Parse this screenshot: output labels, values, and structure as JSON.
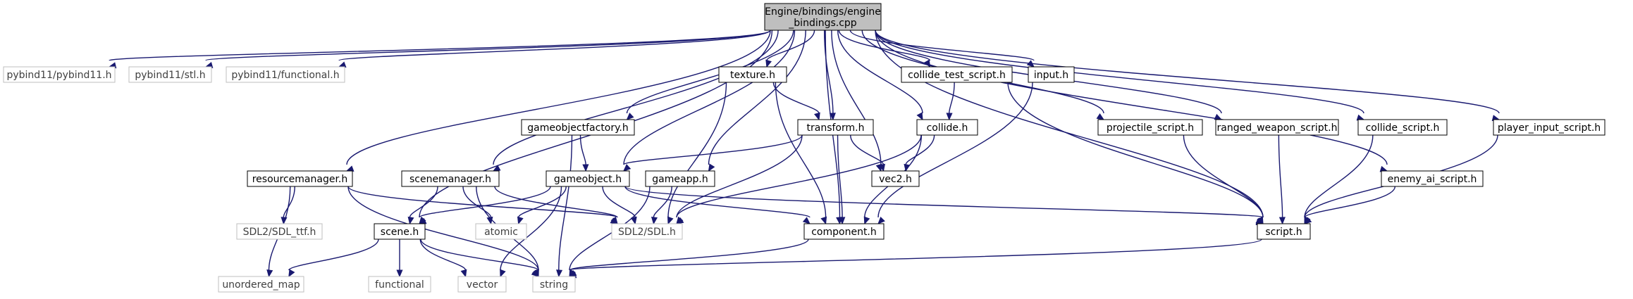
{
  "diagram": {
    "root_line1": "Engine/bindings/engine",
    "root_line2": "_bindings.cpp",
    "colors": {
      "edge": "#191970",
      "root_fill": "#bfbfbf",
      "internal_border": "#000000",
      "external_border": "#bfbfbf",
      "external_text": "#404040"
    },
    "nodes": {
      "pybind11": "pybind11/pybind11.h",
      "stl": "pybind11/stl.h",
      "functional_h": "pybind11/functional.h",
      "resourcemanager": "resourcemanager.h",
      "ttf": "SDL2/SDL_ttf.h",
      "unordered_map": "unordered_map",
      "string": "string",
      "sdl": "SDL2/SDL.h",
      "scene": "scene.h",
      "functional": "functional",
      "vector": "vector",
      "scenemanager": "scenemanager.h",
      "atomic": "atomic",
      "gameobjectfactory": "gameobjectfactory.h",
      "gameobject": "gameobject.h",
      "component": "component.h",
      "script": "script.h",
      "texture": "texture.h",
      "transform": "transform.h",
      "vec2": "vec2.h",
      "gameapp": "gameapp.h",
      "collide_test_script": "collide_test_script.h",
      "collide": "collide.h",
      "input": "input.h",
      "projectile_script": "projectile_script.h",
      "ranged_weapon_script": "ranged_weapon_script.h",
      "collide_script": "collide_script.h",
      "enemy_ai_script": "enemy_ai_script.h",
      "player_input_script": "player_input_script.h"
    },
    "edges": [
      [
        "root",
        "pybind11"
      ],
      [
        "root",
        "stl"
      ],
      [
        "root",
        "functional_h"
      ],
      [
        "root",
        "resourcemanager"
      ],
      [
        "root",
        "scene"
      ],
      [
        "root",
        "scenemanager"
      ],
      [
        "root",
        "gameobjectfactory"
      ],
      [
        "root",
        "gameobject"
      ],
      [
        "root",
        "gameapp"
      ],
      [
        "root",
        "texture"
      ],
      [
        "root",
        "transform"
      ],
      [
        "root",
        "vec2"
      ],
      [
        "root",
        "collide_test_script"
      ],
      [
        "root",
        "collide"
      ],
      [
        "root",
        "input"
      ],
      [
        "root",
        "component"
      ],
      [
        "root",
        "projectile_script"
      ],
      [
        "root",
        "ranged_weapon_script"
      ],
      [
        "root",
        "collide_script"
      ],
      [
        "root",
        "enemy_ai_script"
      ],
      [
        "root",
        "player_input_script"
      ],
      [
        "root",
        "script"
      ],
      [
        "resourcemanager",
        "ttf"
      ],
      [
        "resourcemanager",
        "unordered_map"
      ],
      [
        "resourcemanager",
        "string"
      ],
      [
        "resourcemanager",
        "sdl"
      ],
      [
        "scenemanager",
        "scene"
      ],
      [
        "scenemanager",
        "atomic"
      ],
      [
        "scenemanager",
        "string"
      ],
      [
        "scenemanager",
        "sdl"
      ],
      [
        "scene",
        "unordered_map"
      ],
      [
        "scene",
        "functional"
      ],
      [
        "scene",
        "vector"
      ],
      [
        "scene",
        "string"
      ],
      [
        "gameobjectfactory",
        "gameobject"
      ],
      [
        "gameobjectfactory",
        "string"
      ],
      [
        "gameobject",
        "scene"
      ],
      [
        "gameobject",
        "atomic"
      ],
      [
        "gameobject",
        "vector"
      ],
      [
        "gameobject",
        "sdl"
      ],
      [
        "gameobject",
        "component"
      ],
      [
        "gameobject",
        "script"
      ],
      [
        "gameapp",
        "sdl"
      ],
      [
        "gameapp",
        "string"
      ],
      [
        "texture",
        "transform"
      ],
      [
        "texture",
        "sdl"
      ],
      [
        "texture",
        "component"
      ],
      [
        "transform",
        "gameobject"
      ],
      [
        "transform",
        "sdl"
      ],
      [
        "transform",
        "component"
      ],
      [
        "transform",
        "vec2"
      ],
      [
        "collide_test_script",
        "collide"
      ],
      [
        "collide_test_script",
        "script"
      ],
      [
        "collide",
        "vec2"
      ],
      [
        "collide",
        "sdl"
      ],
      [
        "collide",
        "component"
      ],
      [
        "input",
        "component"
      ],
      [
        "component",
        "string"
      ],
      [
        "script",
        "string"
      ],
      [
        "projectile_script",
        "script"
      ],
      [
        "ranged_weapon_script",
        "script"
      ],
      [
        "collide_script",
        "script"
      ],
      [
        "enemy_ai_script",
        "script"
      ],
      [
        "player_input_script",
        "script"
      ]
    ]
  }
}
